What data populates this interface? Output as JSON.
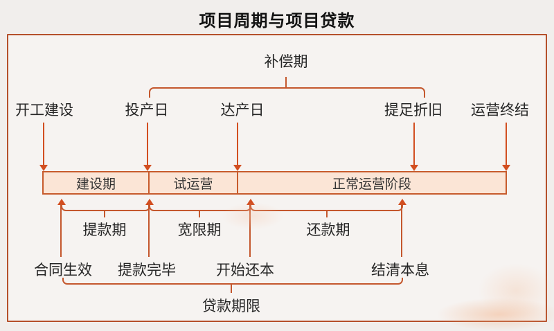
{
  "title": "项目周期与项目贷款",
  "compensation_period": {
    "label": "补偿期"
  },
  "milestones": [
    {
      "label": "开工建设"
    },
    {
      "label": "投产日"
    },
    {
      "label": "达产日"
    },
    {
      "label": "提足折旧"
    },
    {
      "label": "运营终结"
    }
  ],
  "timeline_bar": {
    "segments": [
      {
        "label": "建设期"
      },
      {
        "label": "试运营"
      },
      {
        "label": "正常运营阶段"
      }
    ]
  },
  "loan_phases": [
    {
      "label": "提款期"
    },
    {
      "label": "宽限期"
    },
    {
      "label": "还款期"
    }
  ],
  "loan_events": [
    {
      "label": "合同生效"
    },
    {
      "label": "提款完毕"
    },
    {
      "label": "开始还本"
    },
    {
      "label": "结清本息"
    }
  ],
  "loan_term": {
    "label": "贷款期限"
  },
  "colors": {
    "background": "#f1eeec",
    "frame_background": "#f6f3f1",
    "frame_border": "#b5502b",
    "line": "#c4572d",
    "arrow": "#d24e20",
    "bar_fill": "#fbe5d6",
    "bar_border": "#c75b2c",
    "text": "#262626",
    "title_text": "#111111"
  }
}
